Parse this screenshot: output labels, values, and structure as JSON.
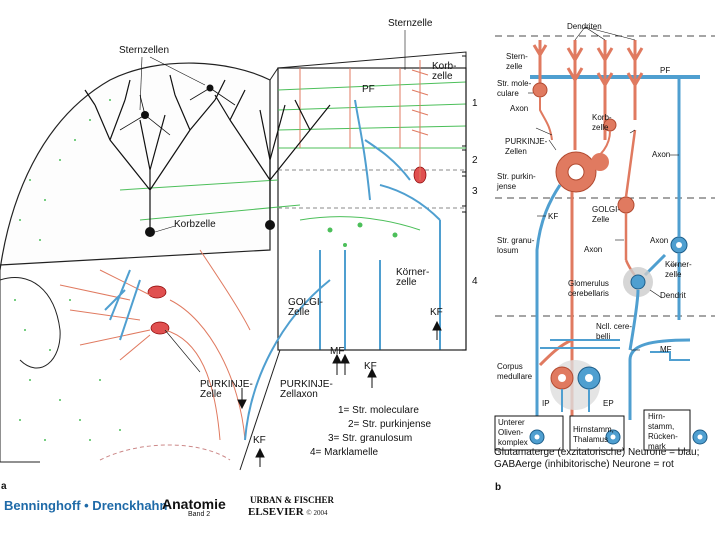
{
  "panel_a": {
    "panel_letter": "a",
    "labels": {
      "sternzellen": "Sternzellen",
      "sternzelle": "Sternzelle",
      "korbzelle_top": "Korb-\nzelle",
      "pf": "PF",
      "korbzelle_mid": "Korbzelle",
      "koernerzelle": "Körner-\nzelle",
      "golgi": "GOLGI-\nZelle",
      "purkinje_zelle": "PURKINJE-\nZelle",
      "purkinje_axon": "PURKINJE-\nZellaxon",
      "mf": "MF",
      "kf1": "KF",
      "kf2": "KF",
      "kf3": "KF"
    },
    "layer_numbers": [
      "1",
      "2",
      "3",
      "4"
    ],
    "layers": [
      "1= Str. moleculare",
      "2= Str. purkinjense",
      "3= Str. granulosum",
      "4= Marklamelle"
    ]
  },
  "footer": {
    "brand": "Benninghoff • Drenckhahn",
    "title": "Anatomie",
    "volume": "Band 2",
    "publisher1": "URBAN & FISCHER",
    "publisher2": "ELSEVIER",
    "copyright": "© 2004"
  },
  "panel_b": {
    "panel_letter": "b",
    "labels": {
      "dendriten": "Dendriten",
      "sternzelle": "Stern-\nzelle",
      "str_moleculare": "Str. mole-\nculare",
      "pf": "PF",
      "axon1": "Axon",
      "korbzelle": "Korb-\nzelle",
      "purkinje_zellen": "PURKINJE-\nZellen",
      "axon2": "Axon",
      "str_purkinjense": "Str. purkin-\njense",
      "kf": "KF",
      "golgi_zelle": "GOLGI-\nZelle",
      "str_granulosum": "Str. granu-\nlosum",
      "axon3": "Axon",
      "axon4": "Axon",
      "koernerzelle": "Körner-\nzelle",
      "glomerulus": "Glomerulus\ncerebellaris",
      "dendrit": "Dendrit",
      "ncll": "Ncll. cere-\nbelli",
      "corpus": "Corpus\nmedullare",
      "mf": "MF",
      "ip": "IP",
      "ep": "EP",
      "oliven": "Unterer\nOliven-\nkomplex",
      "hirnstamm_thalamus": "Hirnstamm,\nThalamus",
      "hirnstamm_rm": "Hirn-\nstamm,\nRücken-\nmark"
    },
    "legend": [
      "Glutamaterge (exzitatorische) Neurone = blau;",
      "GABAerge (inhibitorische) Neurone = rot"
    ]
  },
  "colors": {
    "excitatory": "#4f9fd0",
    "inhibitory": "#e07a60",
    "green_fibers": "#4cbf5a",
    "black_neurons": "#111111",
    "brand_blue": "#1e6aa8"
  }
}
